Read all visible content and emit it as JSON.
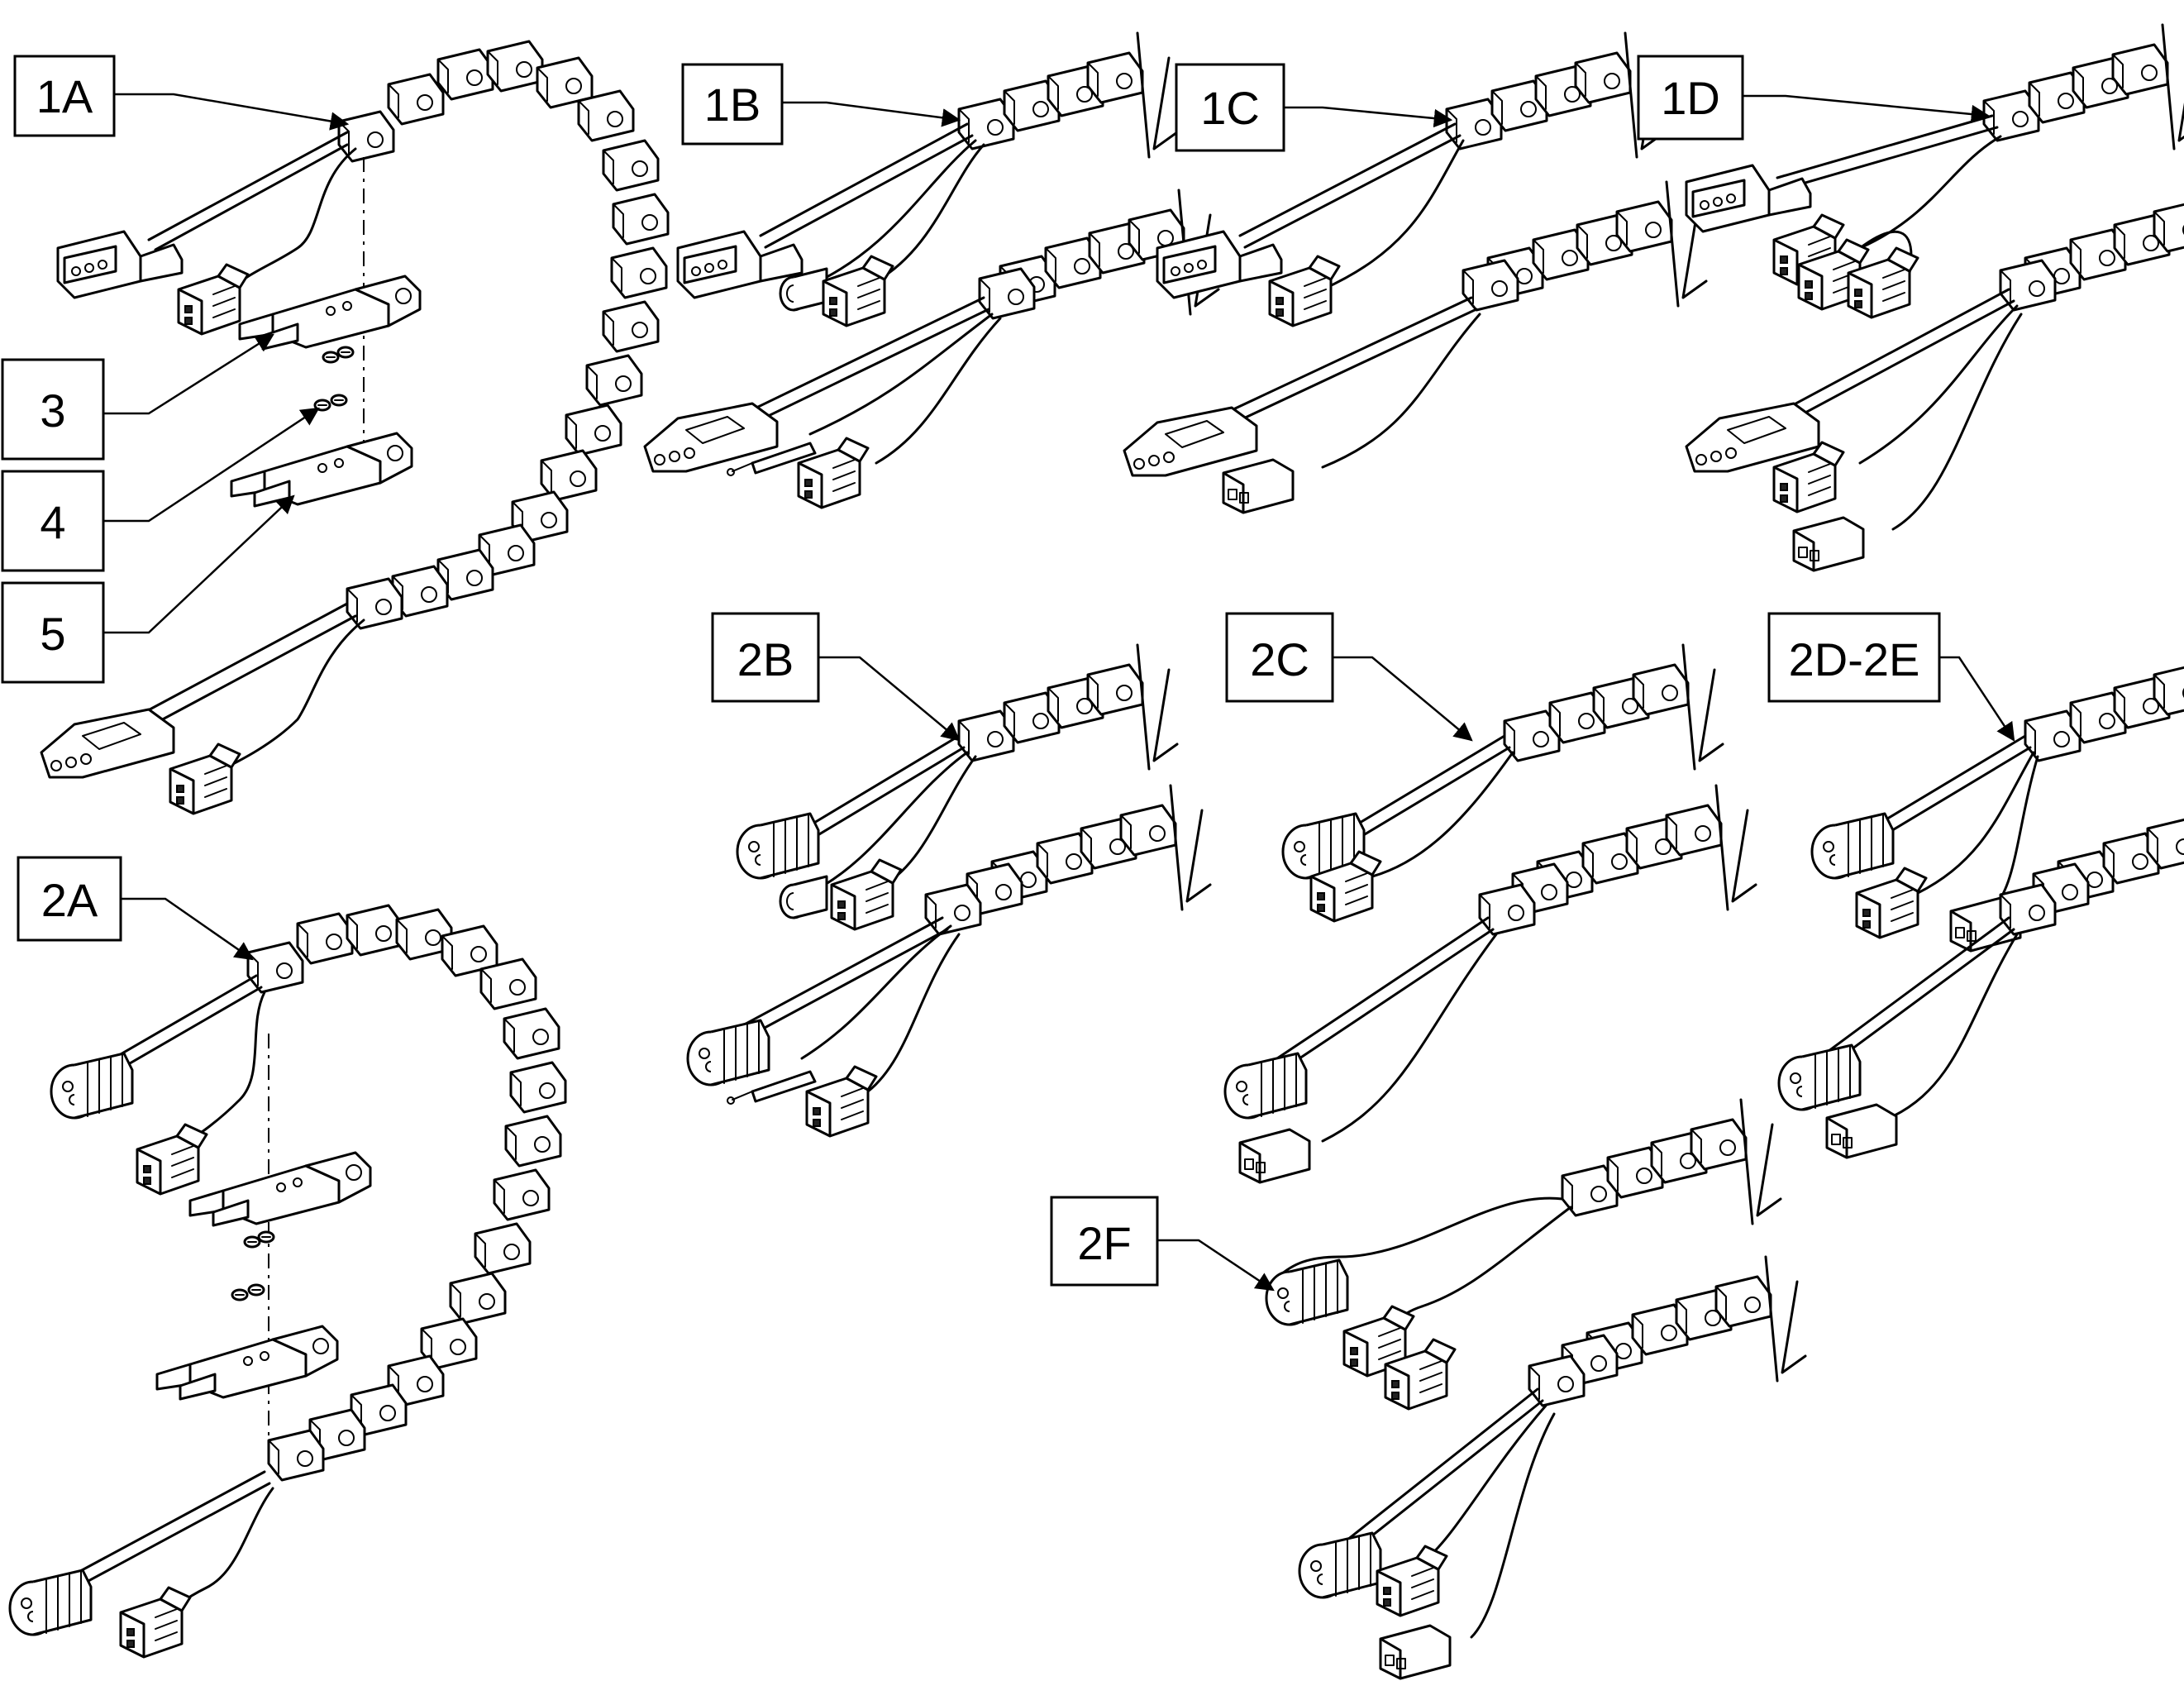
{
  "callouts": [
    {
      "id": "1A",
      "label": "1A"
    },
    {
      "id": "1B",
      "label": "1B"
    },
    {
      "id": "1C",
      "label": "1C"
    },
    {
      "id": "1D",
      "label": "1D"
    },
    {
      "id": "3",
      "label": "3"
    },
    {
      "id": "4",
      "label": "4"
    },
    {
      "id": "5",
      "label": "5"
    },
    {
      "id": "2A",
      "label": "2A"
    },
    {
      "id": "2B",
      "label": "2B"
    },
    {
      "id": "2C",
      "label": "2C"
    },
    {
      "id": "2D-2E",
      "label": "2D-2E"
    },
    {
      "id": "2F",
      "label": "2F"
    }
  ]
}
